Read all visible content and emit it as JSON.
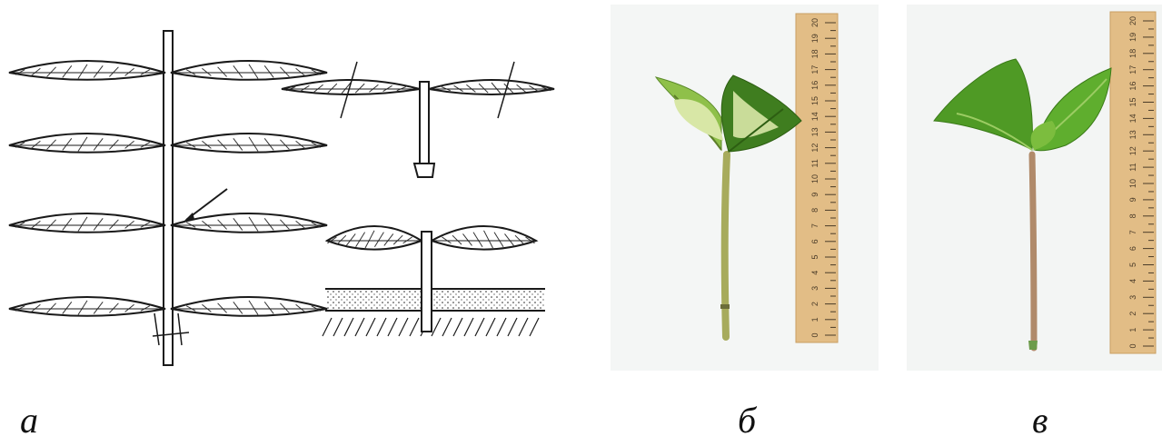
{
  "figure": {
    "panels": [
      {
        "id": "a",
        "caption": "а",
        "kind": "line-drawing",
        "subject": "cutting-scheme"
      },
      {
        "id": "b",
        "caption": "б",
        "kind": "photo",
        "subject": "variegated-cutting-with-ruler"
      },
      {
        "id": "c",
        "caption": "в",
        "kind": "photo",
        "subject": "green-cutting-with-ruler"
      }
    ],
    "ruler_ticks": [
      "0",
      "1",
      "2",
      "3",
      "4",
      "5",
      "6",
      "7",
      "8",
      "9",
      "10",
      "11",
      "12",
      "13",
      "14",
      "15",
      "16",
      "17",
      "18",
      "19",
      "20"
    ],
    "colors": {
      "ink": "#1a1a1a",
      "leaf_dark": "#3f7d1f",
      "leaf_light": "#8fc04a",
      "leaf_variegated": "#d8e7a6",
      "stem": "#9aa35a",
      "ruler": "#e2bd86",
      "ruler_ink": "#4a3b28"
    }
  }
}
